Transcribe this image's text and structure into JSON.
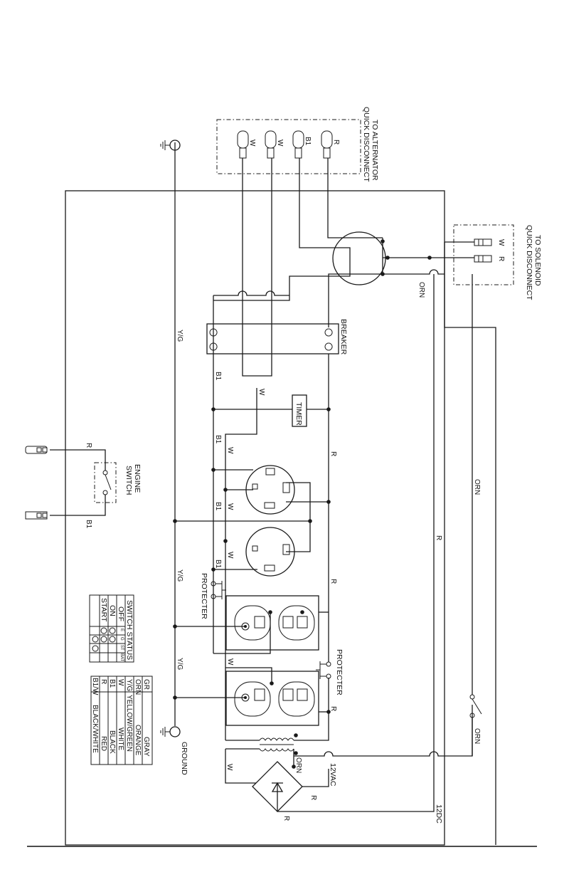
{
  "labels": {
    "alternator_line1": "TO ALTERNATOR",
    "alternator_line2": "QUICK DISCONNECT",
    "solenoid_line1": "TO SOLENOID",
    "solenoid_line2": "QUICK DISCONNECT",
    "breaker": "BREAKER",
    "timer": "TIMER",
    "engine_switch_line1": "ENGINE",
    "engine_switch_line2": "SWITCH",
    "protecter": "PROTECTER",
    "ground": "GROUND",
    "vac12": "12VAC",
    "dc12": "12DC"
  },
  "wire_labels": {
    "w": "W",
    "r": "R",
    "b1": "B1",
    "orn": "ORN",
    "yg": "Y/G"
  },
  "switch_status": {
    "title": "SWITCH STATUS",
    "columns": [
      "E",
      "G",
      "ST",
      "BAT"
    ],
    "rows": [
      "OFF",
      "ON",
      "START"
    ]
  },
  "color_legend": [
    {
      "code": "GR",
      "name": "GRAY"
    },
    {
      "code": "ORN",
      "name": "ORANGE"
    },
    {
      "code": "Y/G",
      "name": "YELLOW/GREEN"
    },
    {
      "code": "W",
      "name": "WHITE"
    },
    {
      "code": "B1",
      "name": "BLACK"
    },
    {
      "code": "R",
      "name": "RED"
    },
    {
      "code": "B1/W",
      "name": "BLACK/WHITE"
    }
  ]
}
